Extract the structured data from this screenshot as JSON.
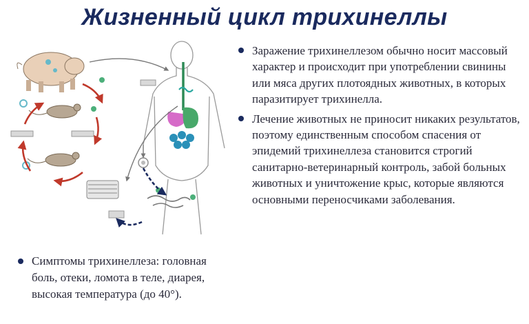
{
  "title": "Жизненный цикл трихинеллы",
  "right_bullets": [
    "Заражение трихинеллезом обычно носит массовый характер и происходит при употреблении свинины или мяса других плотоядных животных, в которых паразитирует трихинелла.",
    "Лечение животных не приносит никаких результатов, поэтому единственным способом спасения от эпидемий трихинеллеза становится строгий санитарно-ветеринарный контроль, забой больных животных и уничтожение крыс, которые являются основными переносчиками заболевания."
  ],
  "left_bullets": [
    "Симптомы трихинеллеза: головная боль, отеки, ломота в теле, диарея, высокая температура (до 40°)."
  ],
  "colors": {
    "title": "#1a2a5e",
    "red_arrows": "#c0392b",
    "navy_arrows": "#1a2a5e",
    "esophagus": "#2e8b57",
    "liver": "#d66bc8",
    "stomach": "#48a86a",
    "intestine": "#2a90b8",
    "worm": "#2aa8a0"
  }
}
